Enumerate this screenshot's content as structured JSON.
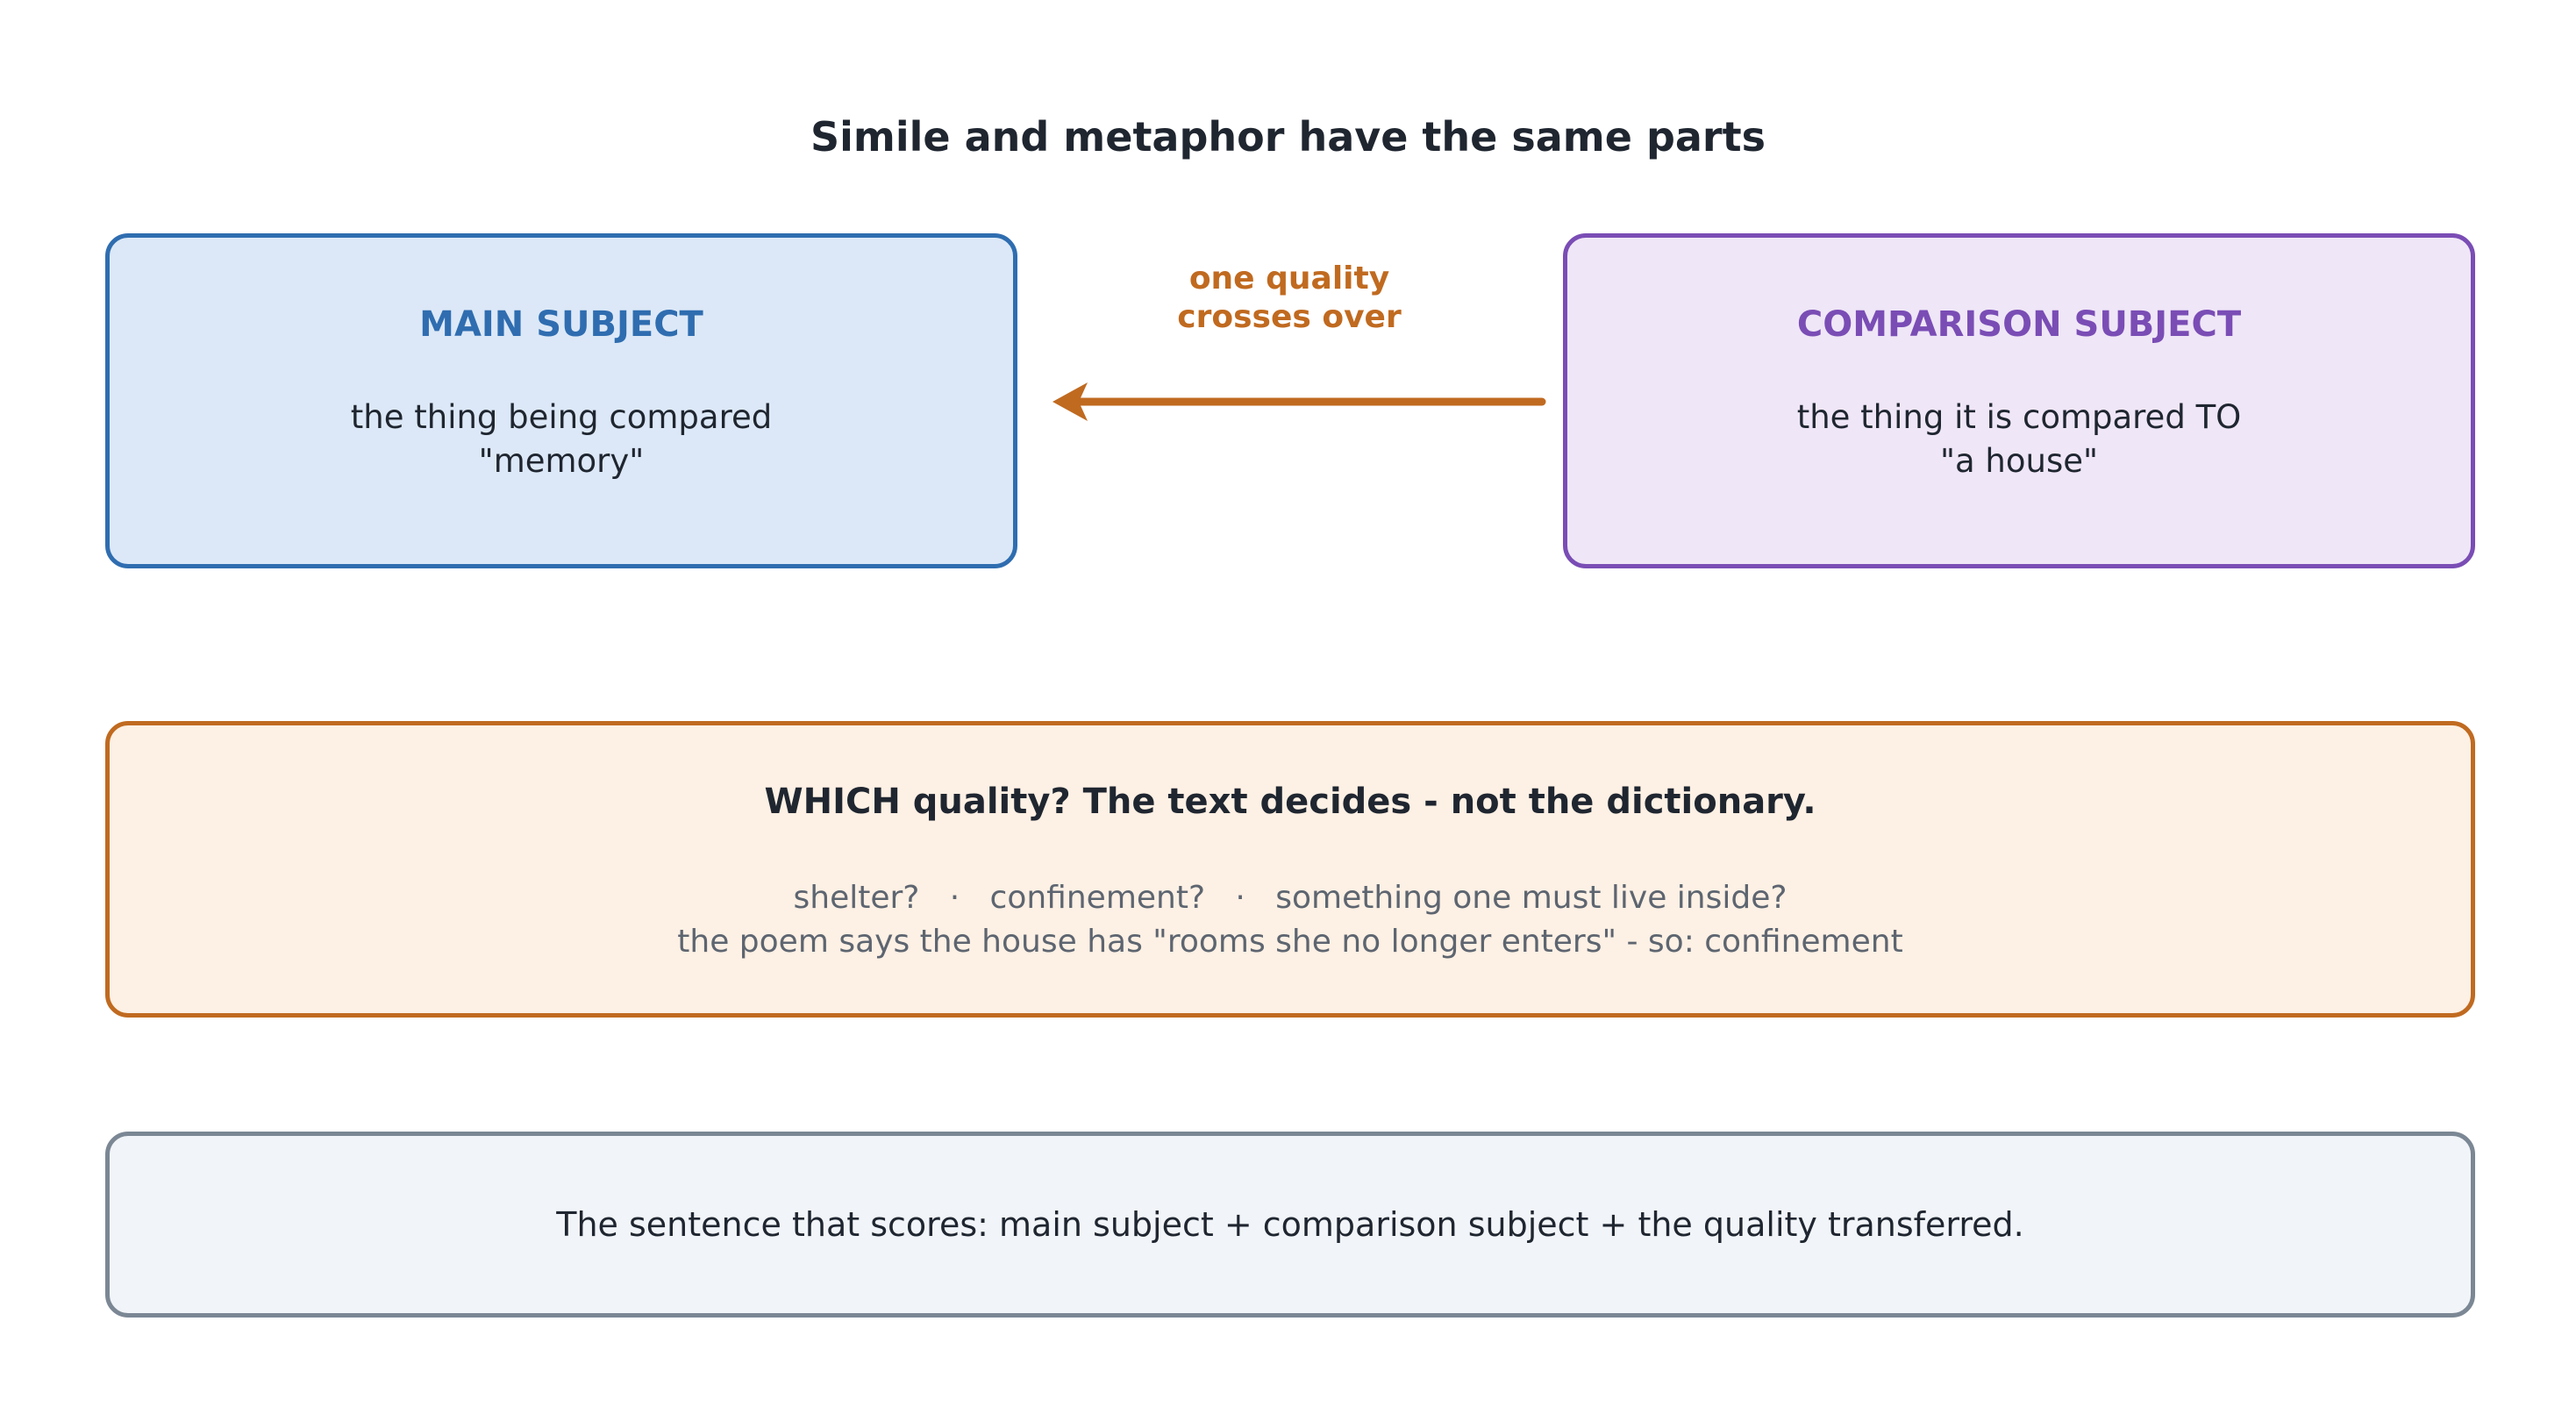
{
  "title": "Simile and metaphor have the same parts",
  "main_subject": {
    "heading": "MAIN SUBJECT",
    "line1": "the thing being compared",
    "line2": "\"memory\""
  },
  "comparison_subject": {
    "heading": "COMPARISON SUBJECT",
    "line1": "the thing it is compared TO",
    "line2": "\"a house\""
  },
  "connector": {
    "label_line1": "one quality",
    "label_line2": "crosses over",
    "color": "#c06a20"
  },
  "quality_box": {
    "heading": "WHICH quality? The text decides - not the dictionary.",
    "options": [
      "shelter?",
      "confinement?",
      "something one must live inside?"
    ],
    "separator": "·",
    "note": "the poem says the house has \"rooms she no longer enters\" - so: confinement"
  },
  "score_box": {
    "text": "The sentence that scores: main subject + comparison subject + the quality transferred."
  },
  "colors": {
    "main_border": "#2f6db0",
    "main_fill": "#dce8f7",
    "comparison_border": "#7a4db5",
    "comparison_fill": "#efe6f7",
    "quality_border": "#c06a20",
    "quality_fill": "#fdf0e4",
    "score_border": "#7b8794",
    "score_fill": "#f1f4f8"
  }
}
